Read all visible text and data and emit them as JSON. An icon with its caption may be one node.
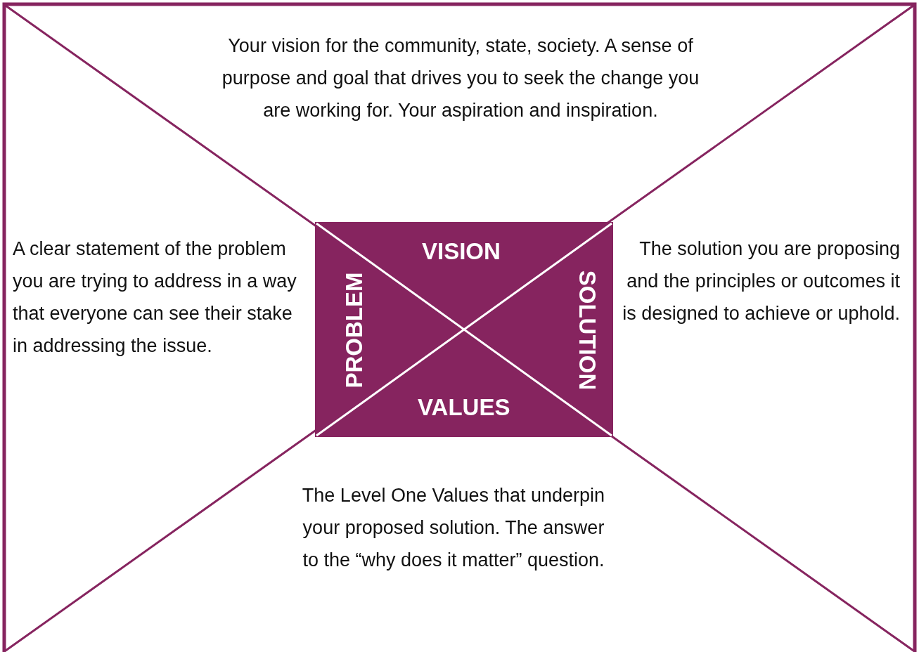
{
  "diagram": {
    "nodes": [
      {
        "text": [
          "Your vision for the community, state, society.  A sense of purpose and goal that drives you to seek the change you are working for.  Your aspiration and inspiration."
        ]
      },
      {
        "text": [
          "A clear statement of the problem you are trying to address in a way that everyone can see their stake in addressing the issue."
        ]
      },
      {
        "text": [
          "The solution you are proposing and the principles or outcomes it is designed to achieve or uphold."
        ]
      },
      {
        "text": [
          "The Level One Values that underpin your proposed solution.  The answer to the “why does it matter” question."
        ]
      },
      {
        "text": [
          "VISION"
        ]
      },
      {
        "text": [
          "PROBLEM"
        ]
      },
      {
        "text": [
          "SOLUTION"
        ]
      },
      {
        "text": [
          "VALUES"
        ]
      }
    ]
  }
}
